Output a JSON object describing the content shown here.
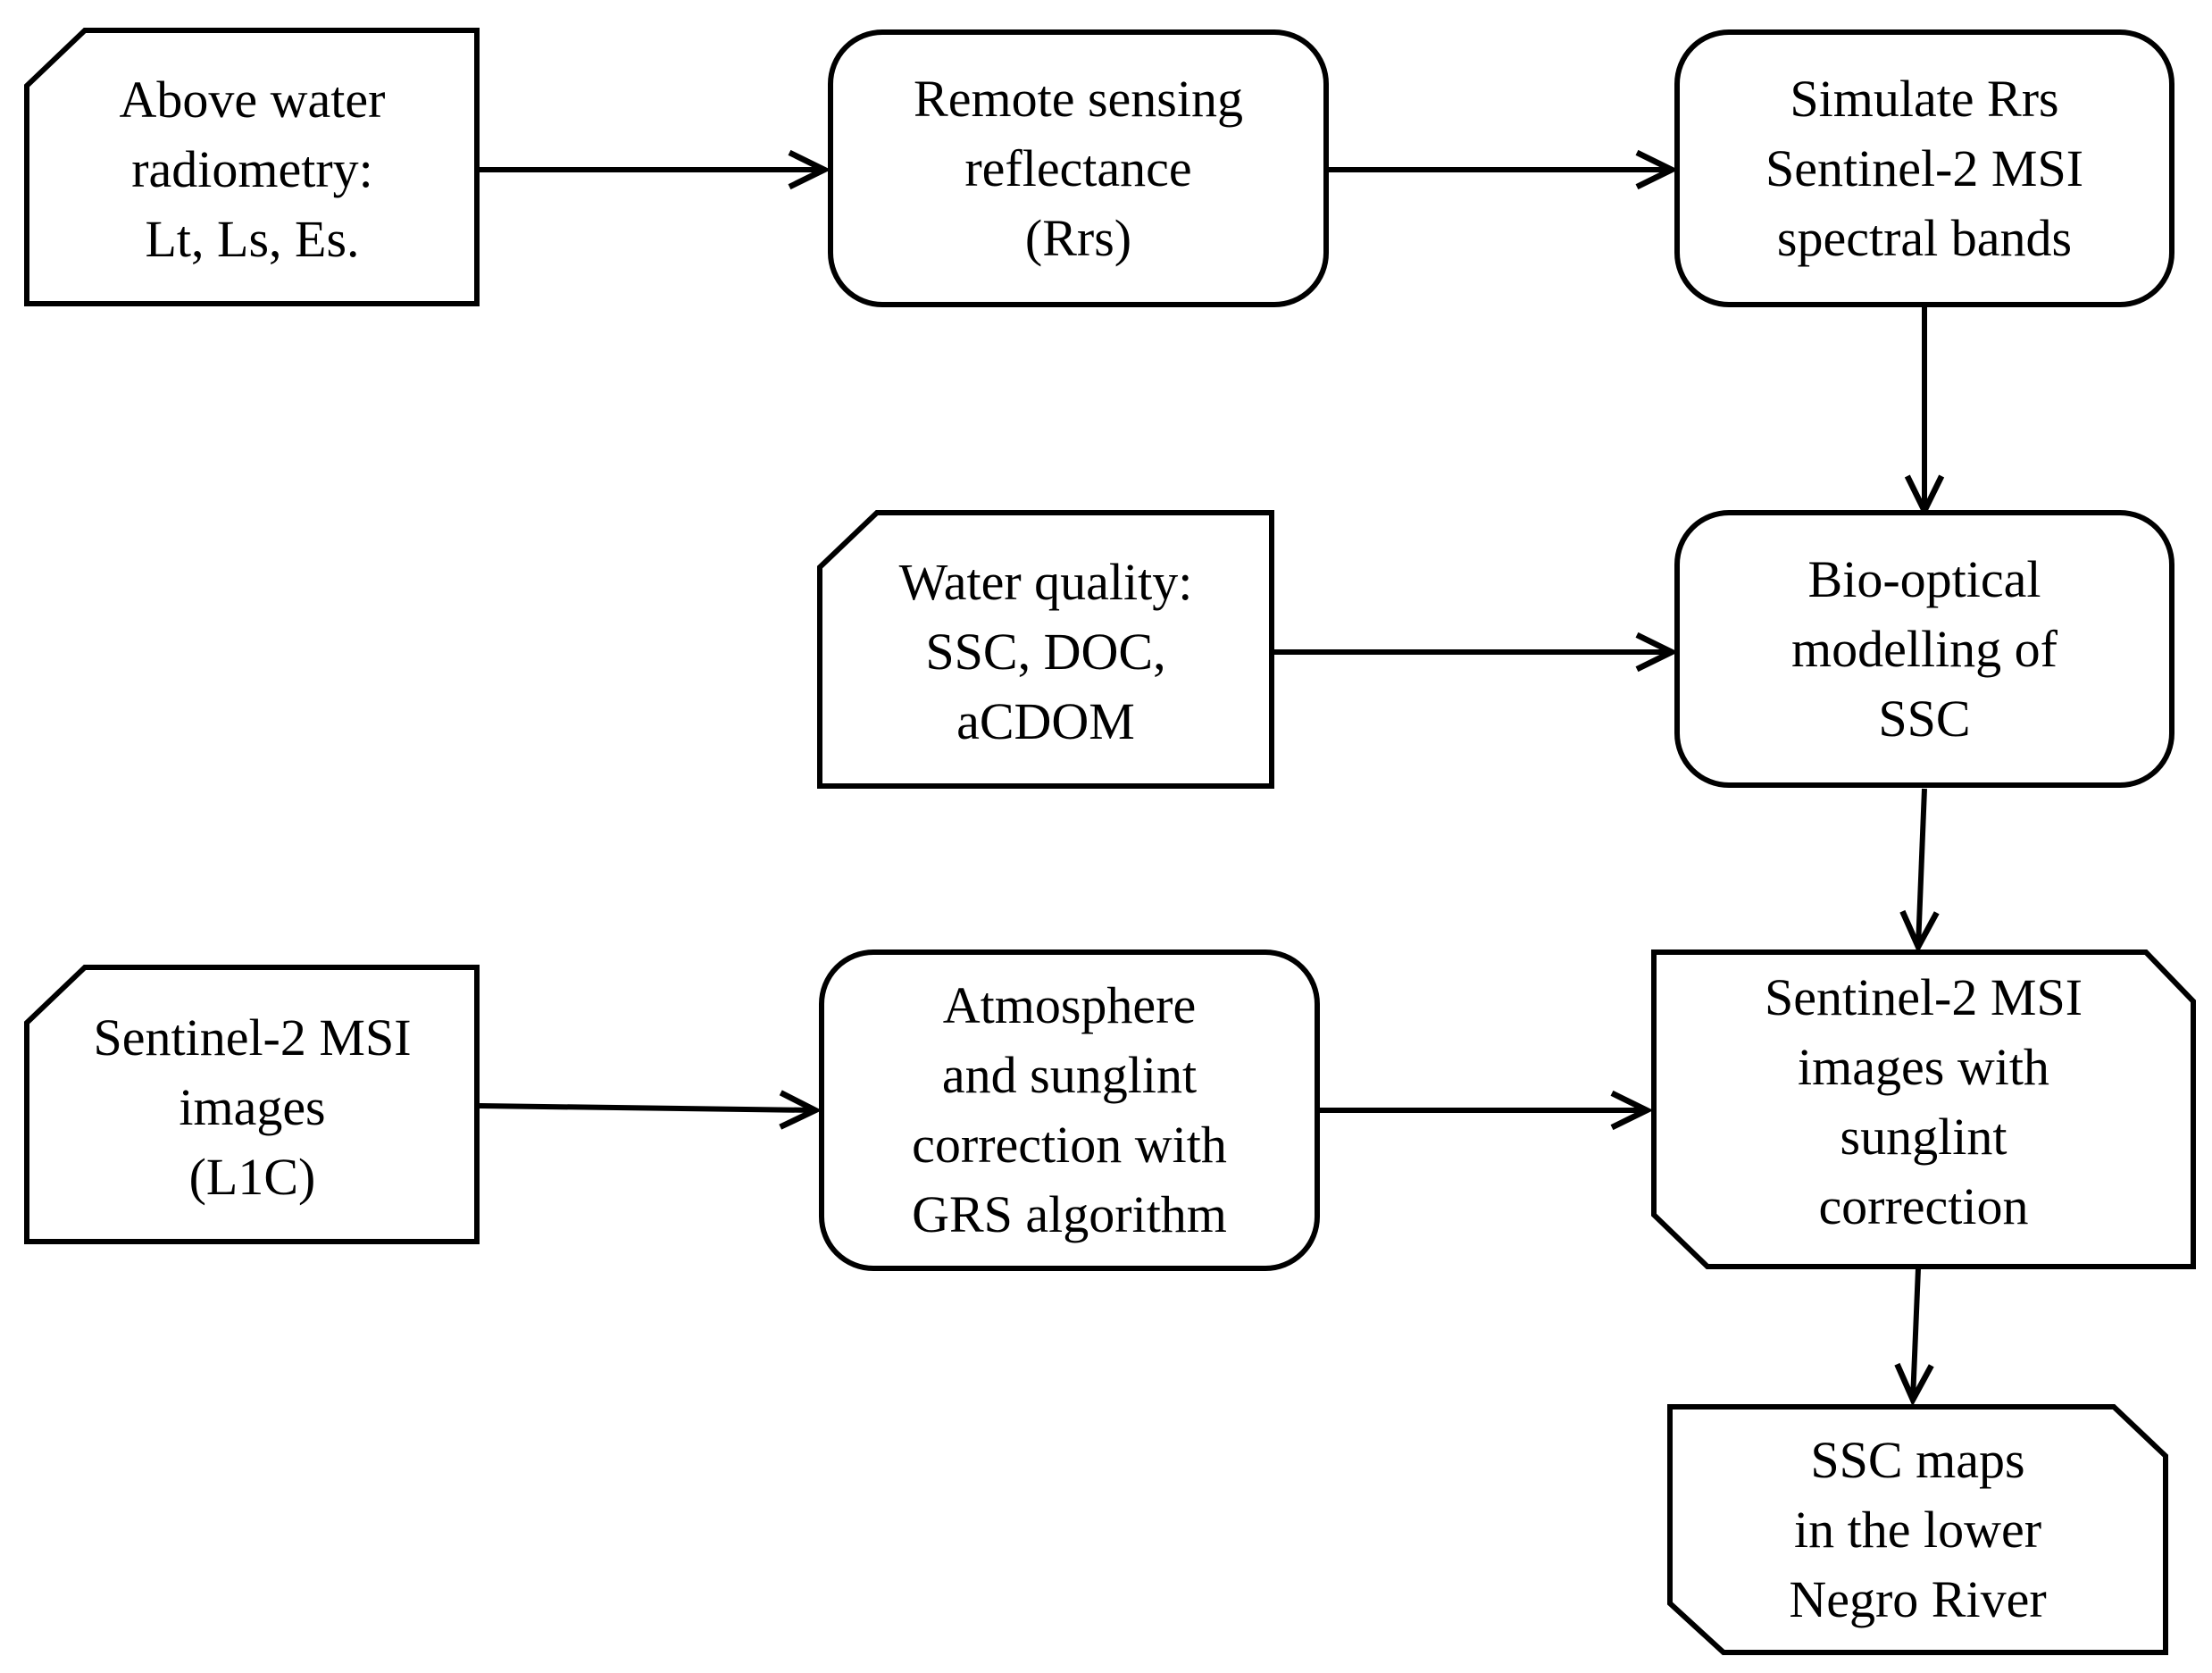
{
  "nodes": {
    "above_water": {
      "lines": [
        "Above water",
        "radiometry:",
        "Lt, Ls, Es."
      ]
    },
    "rrs": {
      "lines": [
        "Remote sensing",
        "reflectance",
        "(Rrs)"
      ]
    },
    "simulate": {
      "lines": [
        "Simulate Rrs",
        "Sentinel-2 MSI",
        "spectral bands"
      ]
    },
    "water_quality": {
      "lines": [
        "Water quality:",
        "SSC, DOC,",
        "aCDOM"
      ]
    },
    "bio_optical": {
      "lines": [
        "Bio-optical",
        "modelling of",
        "SSC"
      ]
    },
    "s2_images": {
      "lines": [
        "Sentinel-2 MSI",
        "images",
        "(L1C)"
      ]
    },
    "atmosphere": {
      "lines": [
        "Atmosphere",
        "and sunglint",
        "correction with",
        "GRS algorithm"
      ]
    },
    "s2_corrected": {
      "lines": [
        "Sentinel-2 MSI",
        "images with",
        "sunglint",
        "correction"
      ]
    },
    "ssc_maps": {
      "lines": [
        "SSC maps",
        "in the lower",
        "Negro River"
      ]
    }
  },
  "edges": [
    {
      "from": "above_water",
      "to": "rrs"
    },
    {
      "from": "rrs",
      "to": "simulate"
    },
    {
      "from": "simulate",
      "to": "bio_optical"
    },
    {
      "from": "water_quality",
      "to": "bio_optical"
    },
    {
      "from": "bio_optical",
      "to": "s2_corrected"
    },
    {
      "from": "s2_images",
      "to": "atmosphere"
    },
    {
      "from": "atmosphere",
      "to": "s2_corrected"
    },
    {
      "from": "s2_corrected",
      "to": "ssc_maps"
    }
  ]
}
